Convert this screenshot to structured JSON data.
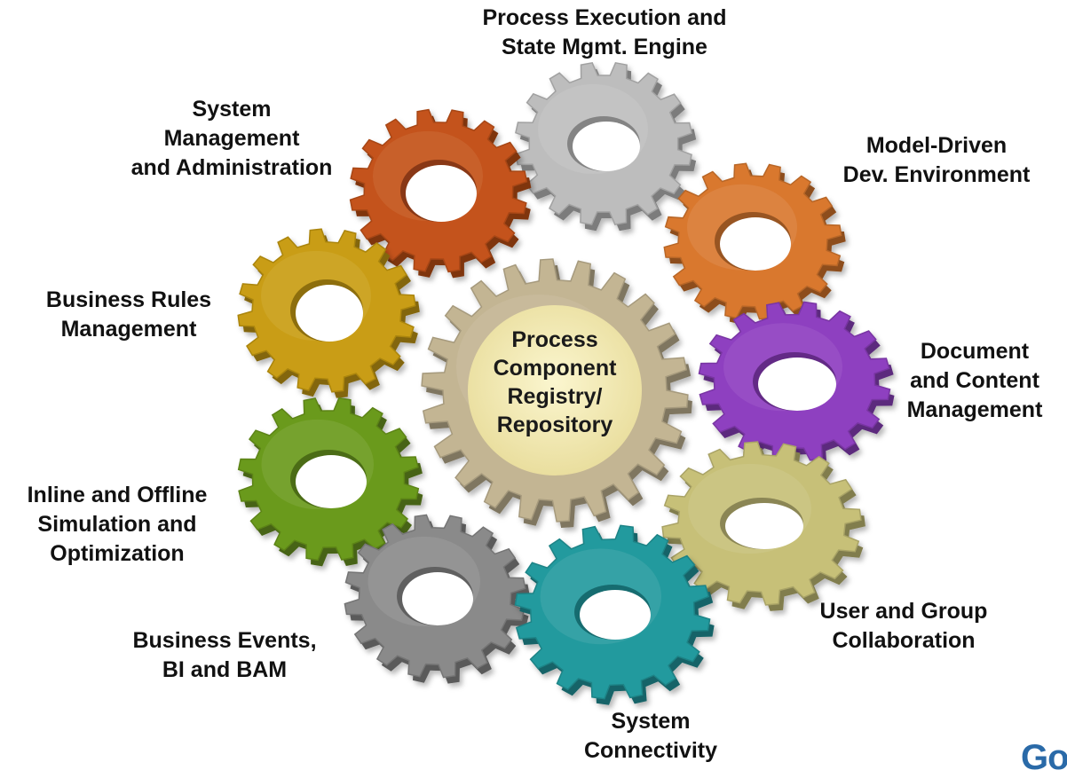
{
  "center": {
    "label": [
      "Process",
      "Component",
      "Registry/",
      "Repository"
    ],
    "color": "#c3b593",
    "hub_color": "#f3ecb4"
  },
  "gears": [
    {
      "id": "process-execution",
      "label": [
        "Process Execution and",
        "State Mgmt. Engine"
      ],
      "color": "#bdbdbd"
    },
    {
      "id": "model-driven",
      "label": [
        "Model-Driven",
        "Dev. Environment"
      ],
      "color": "#d9782f"
    },
    {
      "id": "document-content",
      "label": [
        "Document",
        "and Content",
        "Management"
      ],
      "color": "#8e3fc0"
    },
    {
      "id": "user-group",
      "label": [
        "User and Group",
        "Collaboration"
      ],
      "color": "#c7c078"
    },
    {
      "id": "system-connectivity",
      "label": [
        "System",
        "Connectivity"
      ],
      "color": "#249a9e"
    },
    {
      "id": "business-events",
      "label": [
        "Business Events,",
        "BI and BAM"
      ],
      "color": "#8a8a8a"
    },
    {
      "id": "simulation",
      "label": [
        "Inline and Offline",
        "Simulation and",
        "Optimization"
      ],
      "color": "#6b9a1c"
    },
    {
      "id": "business-rules",
      "label": [
        "Business Rules",
        "Management"
      ],
      "color": "#c99d13"
    },
    {
      "id": "system-management",
      "label": [
        "System",
        "Management",
        "and Administration"
      ],
      "color": "#c4521a"
    }
  ],
  "logo_text": "Go"
}
